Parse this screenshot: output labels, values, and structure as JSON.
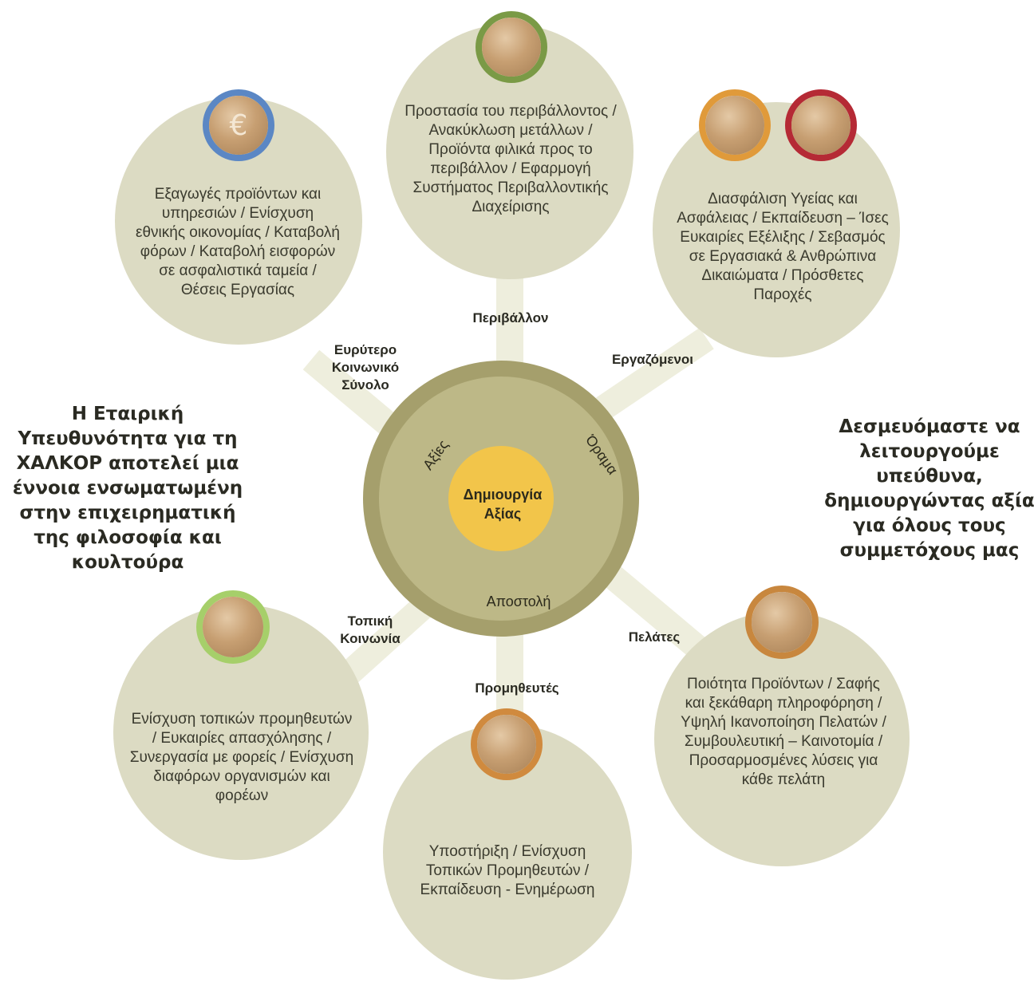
{
  "center": {
    "core": "Δημιουργία Αξίας",
    "ring_labels": {
      "values": "Αξίες",
      "vision": "Όραμα",
      "mission": "Αποστολή"
    }
  },
  "stakeholders": {
    "environment": {
      "label": "Περιβάλλον",
      "text": "Προστασία του περιβάλλοντος / Ανακύκλωση μετάλλων / Προϊόντα φιλικά προς το περιβάλλον / Εφαρμογή Συστήματος Περιβαλλοντικής Διαχείρισης"
    },
    "society": {
      "label": "Ευρύτερο Κοινωνικό Σύνολο",
      "text": "Εξαγωγές προϊόντων και υπηρεσιών / Ενίσχυση εθνικής οικονομίας / Καταβολή φόρων / Καταβολή εισφορών σε ασφαλιστικά ταμεία / Θέσεις Εργασίας"
    },
    "employees": {
      "label": "Εργαζόμενοι",
      "text": "Διασφάλιση Υγείας και Ασφάλειας / Εκπαίδευση – Ίσες Ευκαιρίες Εξέλιξης / Σεβασμός σε Εργασιακά & Ανθρώπινα Δικαιώματα / Πρόσθετες Παροχές"
    },
    "local": {
      "label": "Τοπική Κοινωνία",
      "text": "Ενίσχυση τοπικών προμηθευτών / Ευκαιρίες απασχόλησης / Συνεργασία με φορείς / Ενίσχυση διαφόρων οργανισμών και φορέων"
    },
    "suppliers": {
      "label": "Προμηθευτές",
      "text": "Υποστήριξη / Ενίσχυση Τοπικών Προμηθευτών / Εκπαίδευση - Ενημέρωση"
    },
    "customers": {
      "label": "Πελάτες",
      "text": "Ποιότητα Προϊόντων / Σαφής και ξεκάθαρη πληροφόρηση / Υψηλή Ικανοποίηση Πελατών / Συμβουλευτική – Καινοτομία / Προσαρμοσμένες λύσεις για κάθε πελάτη"
    }
  },
  "icons": {
    "euro_symbol": "€",
    "colors": {
      "society": "#5b87c4",
      "environment": "#7a9a46",
      "employees_a": "#e09a3a",
      "employees_b": "#b52a35",
      "local": "#a6cf6a",
      "suppliers": "#d08a3e",
      "customers": "#c8873e"
    }
  },
  "side_text": {
    "left": "Η Εταιρική Υπευθυνότητα για τη ΧΑΛΚΟΡ αποτελεί μια έννοια ενσωματωμένη στην επιχειρηματική της φιλοσοφία και κουλτούρα",
    "right": "Δεσμευόμαστε να λειτουργούμε υπεύθυνα, δημιουργώντας αξία για όλους τους συμμετόχους μας"
  }
}
